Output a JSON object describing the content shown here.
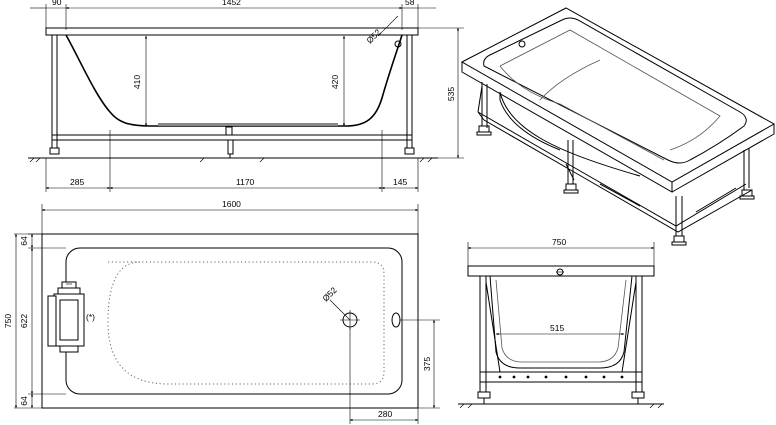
{
  "dimensions": {
    "top_left_90": "90",
    "top_1452": "1452",
    "top_right_58": "58",
    "depth_410": "410",
    "depth_420": "420",
    "drain_d52_top": "Ø52",
    "height_535": "535",
    "bottom_285": "285",
    "bottom_1170": "1170",
    "bottom_145": "145",
    "plan_length_1600": "1600",
    "plan_64_top": "64",
    "plan_750": "750",
    "plan_622": "622",
    "plan_64_bottom": "64",
    "plan_375": "375",
    "plan_280": "280",
    "plan_drain_d52": "Ø52",
    "plan_asterisk": "(*)",
    "end_width_750": "750",
    "end_inner_515": "515"
  },
  "colors": {
    "line": "#000000",
    "background": "#ffffff",
    "detail": "#555555"
  }
}
